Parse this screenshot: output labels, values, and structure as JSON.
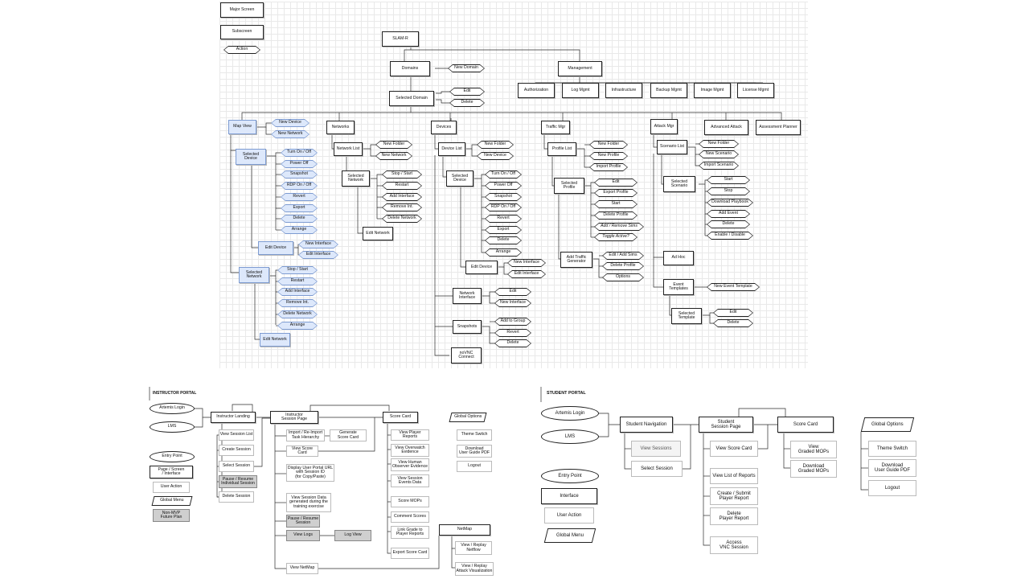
{
  "slam": {
    "legend": {
      "major": "Major Screen",
      "sub": "Subscreen",
      "action": "Action"
    },
    "root": "SLAM-R",
    "domains": "Domains",
    "new_domain": "New Domain",
    "management": "Management",
    "mgmt_items": [
      "Authorization",
      "Log Mgmt",
      "Infrastructure",
      "Backup Mgmt",
      "Image Mgmt",
      "License Mgmt"
    ],
    "selected_domain": "Selected Domain",
    "selected_domain_actions": [
      "Edit",
      "Delete"
    ],
    "map_view": {
      "title": "Map View",
      "actions": [
        "New Device",
        "New Network"
      ],
      "selected_device": "Selected\nDevice",
      "device_actions": [
        "Turn On / Off",
        "Power Off",
        "Snapshot",
        "RDP On / Off",
        "Revert",
        "Export",
        "Delete",
        "Arrange"
      ],
      "edit_device": "Edit Device",
      "edit_device_actions": [
        "New Interface",
        "Edit Interface"
      ],
      "selected_network": "Selected\nNetwork",
      "network_actions": [
        "Stop / Start",
        "Restart",
        "Add Interface",
        "Remove Int.",
        "Delete Network",
        "Arrange"
      ],
      "edit_network": "Edit Network"
    },
    "networks": {
      "title": "Networks",
      "network_list": "Network List",
      "list_actions": [
        "New Folder",
        "New Network"
      ],
      "selected_network": "Selected\nNetwork",
      "network_actions": [
        "Stop / Start",
        "Restart",
        "Add Interface",
        "Remove Int.",
        "Delete Network"
      ],
      "edit_network": "Edit Network"
    },
    "devices": {
      "title": "Devices",
      "device_list": "Device List",
      "list_actions": [
        "New Folder",
        "New Device"
      ],
      "selected_device": "Selected\nDevice",
      "device_actions": [
        "Turn On / Off",
        "Power Off",
        "Snapshot",
        "RDP On / Off",
        "Revert",
        "Export",
        "Delete",
        "Arrange"
      ],
      "edit_device": "Edit Device",
      "edit_device_actions": [
        "New Interface",
        "Edit Interface"
      ],
      "network_interface": "Network\nInterface",
      "ni_actions": [
        "Edit",
        "New Interface"
      ],
      "snapshots": "Snapshots",
      "snapshot_actions": [
        "Add to Group",
        "Revert",
        "Delete"
      ],
      "novnc": "noVNC\nConnect"
    },
    "traffic": {
      "title": "Traffic Mgr",
      "profile_list": "Profile List",
      "list_actions": [
        "New Folder",
        "New Profile",
        "Import Profile"
      ],
      "selected_profile": "Selected\nProfile",
      "profile_actions": [
        "Edit",
        "Export Profile",
        "Start",
        "Delete Profile",
        "Add / Remove Sims",
        "Toggle Active?"
      ],
      "add_traffic": "Add Traffic\nGenerator",
      "generator_actions": [
        "Edit / Add Sims",
        "Delete Profile",
        "Options"
      ]
    },
    "attack": {
      "title": "Attack Mgr",
      "scenario_list": "Scenario List",
      "list_actions": [
        "New Folder",
        "New Scenario",
        "Import Scenario"
      ],
      "selected_scenario": "Selected\nScenario",
      "scenario_actions": [
        "Start",
        "Stop",
        "Download Playbook",
        "Add Event",
        "Delete",
        "Enable / Disable"
      ],
      "ad_hoc": "Ad Hoc",
      "event_templates": "Event\nTemplates",
      "new_event_template": "New Event Template",
      "selected_template": "Selected\nTemplate",
      "template_actions": [
        "Edit",
        "Delete"
      ]
    },
    "advanced_attack": "Advanced Attack",
    "assessment_planner": "Assessment Planner"
  },
  "instructor": {
    "title": "INSTRUCTOR PORTAL",
    "entries": [
      "Artemis Login",
      "LMS"
    ],
    "legend": {
      "entry": "Entry Point",
      "page": "Page / Screen\n/ Interface",
      "action": "User Action",
      "menu": "Global Menu",
      "future": "Non-MVP\nFuture Plan"
    },
    "landing": "Instructor Landing",
    "landing_items": [
      "View Session List",
      "Create Session",
      "Select Session",
      "Pause / Resume\nIndividual Session",
      "Delete Session"
    ],
    "session_page": "Instructor\nSession Page",
    "session_items": [
      "Import / Re-Import\nTask Hierarchy",
      "Generate\nScore Card",
      "View Score Card",
      "Display User Portal URL\nwith Session ID\n(for Copy/Paste)",
      "View Session Data\ngenerated during the\ntraining exercise",
      "Pause / Resume\nSession",
      "View Logs",
      "Log View",
      "View NetMap"
    ],
    "score_card": "Score Card",
    "score_items": [
      "View Player Reports",
      "View Overwatch\nEvidence",
      "View Human\nObserver Evidence",
      "View Session\nEvents Data",
      "Score MOPs",
      "Comment Scores",
      "Link Grade to\nPlayer Reports",
      "Export Score Card"
    ],
    "global_options": "Global Options",
    "global_items": [
      "Theme Switch",
      "Download\nUser Guide PDF",
      "Logout"
    ],
    "netmap": "NetMap",
    "netmap_items": [
      "View / Replay\nNetflow",
      "View / Replay\nAttack Visualization"
    ]
  },
  "student": {
    "title": "STUDENT PORTAL",
    "entries": [
      "Artemis Login",
      "LMS"
    ],
    "legend": {
      "entry": "Entry Point",
      "page": "Interface",
      "action": "User Action",
      "menu": "Global Menu"
    },
    "navigation": "Student Navigation",
    "nav_items": [
      "View Sessions",
      "Select Session"
    ],
    "session_page": "Student\nSession Page",
    "session_items": [
      "View Score Card",
      "View List of Reports",
      "Create / Submit\nPlayer Report",
      "Delete\nPlayer Report",
      "Access\nVNC Session"
    ],
    "score_card": "Score Card",
    "score_items": [
      "View\nGraded MOPs",
      "Download\nGraded MOPs"
    ],
    "global_options": "Global Options",
    "global_items": [
      "Theme Switch",
      "Download\nUser Guide PDF",
      "Logout"
    ]
  },
  "colors": {
    "blue_fill": "#dde8fb",
    "blue_stroke": "#7d9bd1",
    "future_grey": "#cfcfcf"
  }
}
